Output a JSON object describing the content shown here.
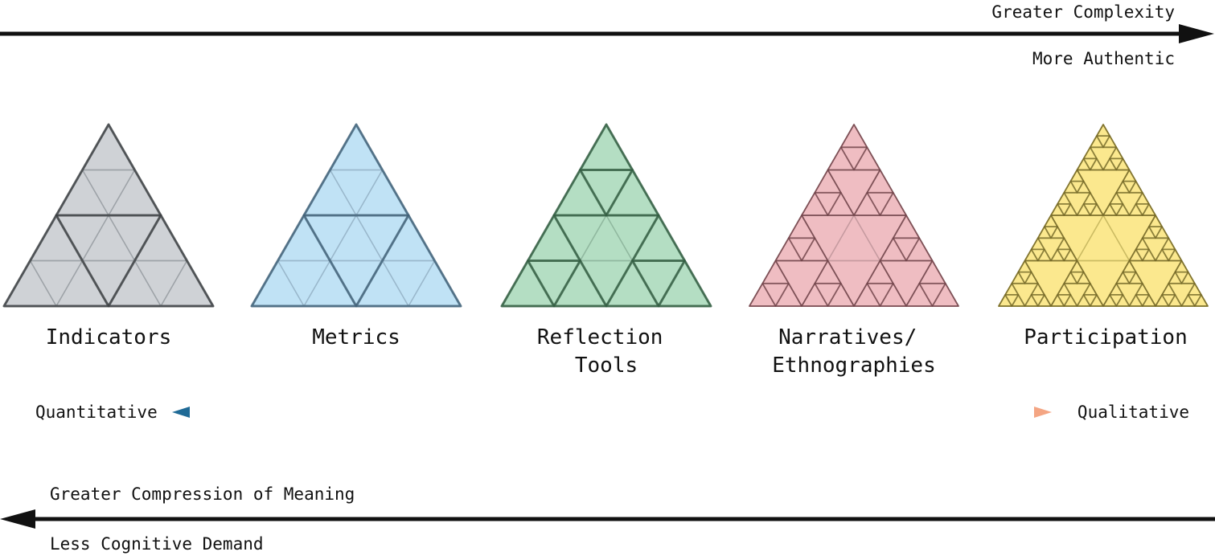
{
  "top_axis": {
    "label_above": "Greater Complexity",
    "label_below": "More Authentic"
  },
  "bottom_axis": {
    "label_above": "Greater Compression of Meaning",
    "label_below": "Less Cognitive Demand"
  },
  "spectrum": {
    "left_label": "Quantitative",
    "right_label": "Qualitative",
    "left_color": "#1f6a96",
    "right_color": "#f4a583"
  },
  "triangles": [
    {
      "label_lines": [
        "Indicators"
      ],
      "fill": "#cfd2d6",
      "line": "#9ea3a8",
      "level": 1
    },
    {
      "label_lines": [
        "Metrics"
      ],
      "fill": "#c0e2f5",
      "line": "#9ab8cc",
      "level": 1
    },
    {
      "label_lines": [
        "Reflection",
        "Tools"
      ],
      "fill": "#b4dec3",
      "line": "#90b89f",
      "level": 2
    },
    {
      "label_lines": [
        "Narratives/",
        "Ethnographies"
      ],
      "fill": "#efbdc2",
      "line": "#c69ba0",
      "level": 3
    },
    {
      "label_lines": [
        "Participation"
      ],
      "fill": "#fbe88e",
      "line": "#cbbb63",
      "level": 4
    }
  ]
}
